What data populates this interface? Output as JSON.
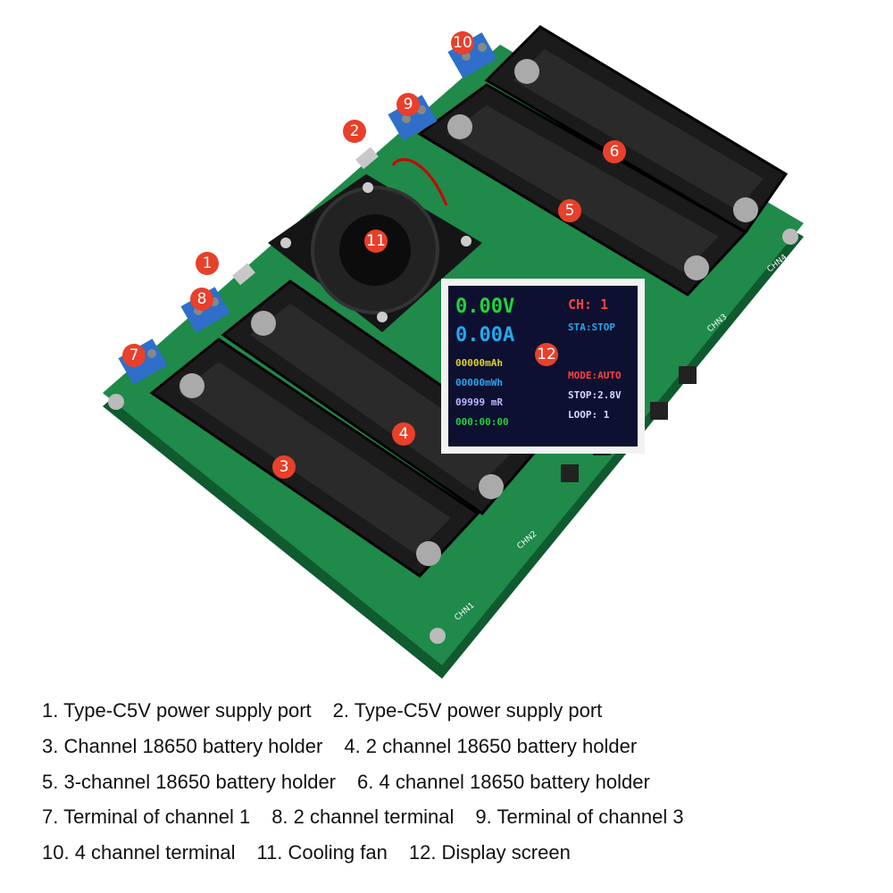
{
  "colors": {
    "pcb": "#1f8a4a",
    "holder": "#1b1b1b",
    "callout": "#e8402a",
    "terminal": "#2f6fc9"
  },
  "callouts": [
    "1",
    "2",
    "3",
    "4",
    "5",
    "6",
    "7",
    "8",
    "9",
    "10",
    "11",
    "12"
  ],
  "screen": {
    "channel": "CH: 1",
    "state": "STA:STOP",
    "mode": "MODE:AUTO",
    "voltage": "0.00V",
    "current": "0.00A",
    "stop": "STOP:2.8V",
    "loop": "LOOP: 1",
    "mah": "00000mAh",
    "mwh": "00000mWh",
    "resistance": "09999 mR",
    "time": "000:00:00"
  },
  "pcb_labels": {
    "chn1": "CHN1",
    "chn2": "CHN2",
    "chn3": "CHN3",
    "chn4": "CHN4"
  },
  "caption": [
    [
      "1. Type-C5V power supply port",
      "2. Type-C5V power supply port"
    ],
    [
      "3. Channel 18650 battery holder",
      "4. 2 channel 18650 battery holder"
    ],
    [
      "5. 3-channel 18650 battery holder",
      "6. 4 channel 18650 battery holder"
    ],
    [
      "7. Terminal of channel 1",
      "8. 2 channel terminal",
      "9. Terminal of channel 3"
    ],
    [
      "10. 4 channel terminal",
      "11. Cooling fan",
      "12. Display screen"
    ]
  ]
}
